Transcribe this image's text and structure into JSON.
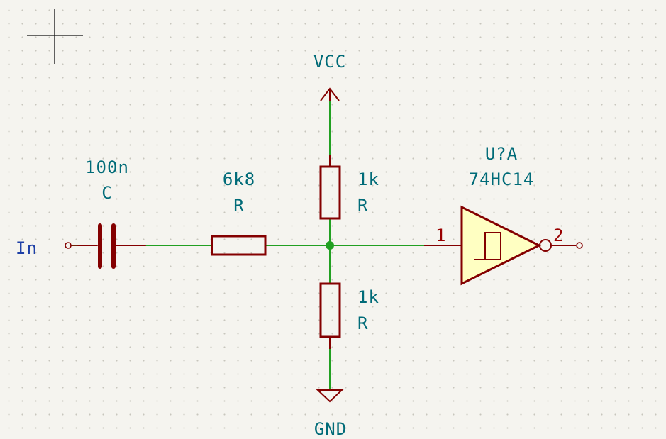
{
  "colors": {
    "background": "#f5f4ef",
    "wire": "#22a022",
    "component": "#840000",
    "component_fill": "#ffffc2",
    "label_text": "#006b78",
    "net_label": "#1d3fa6",
    "pin_number": "#990000"
  },
  "net_label_in": "In",
  "power": {
    "vcc": "VCC",
    "gnd": "GND"
  },
  "capacitor": {
    "value": "100n",
    "reference": "C"
  },
  "series_resistor": {
    "value": "6k8",
    "reference": "R"
  },
  "pullup_resistor": {
    "value": "1k",
    "reference": "R"
  },
  "pulldown_resistor": {
    "value": "1k",
    "reference": "R"
  },
  "inverter": {
    "reference": "U?A",
    "part": "74HC14",
    "pin_in": "1",
    "pin_out": "2"
  },
  "icons": {
    "cursor": "crosshair-icon",
    "junction": "junction-dot-icon",
    "vcc": "vcc-arrow-icon",
    "gnd": "ground-icon",
    "hysteresis": "schmitt-hysteresis-icon"
  }
}
